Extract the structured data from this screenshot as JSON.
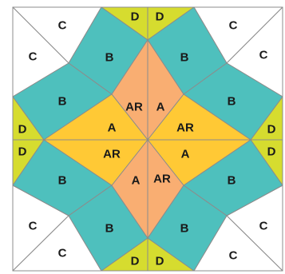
{
  "colors": {
    "background": "#ffffff",
    "corner_C": "#ffffff",
    "edge_D": "#d6dc2f",
    "kite_B": "#4ec0bd",
    "center_A": "#ffc935",
    "center_AR": "#f9ae72",
    "seam": "#8c8c8c"
  },
  "labels": {
    "c_tl_top": "C",
    "c_tl_left": "C",
    "c_tr_top": "C",
    "c_tr_right": "C",
    "c_bl_left": "C",
    "c_bl_bottom": "C",
    "c_br_right": "C",
    "c_br_bottom": "C",
    "d_top_left": "D",
    "d_top_right": "D",
    "d_left_top": "D",
    "d_left_bottom": "D",
    "d_right_top": "D",
    "d_right_bottom": "D",
    "d_bottom_left": "D",
    "d_bottom_right": "D",
    "b_top_left": "B",
    "b_top_right": "B",
    "b_left_top": "B",
    "b_right_top": "B",
    "b_left_bottom": "B",
    "b_right_bottom": "B",
    "b_bottom_left": "B",
    "b_bottom_right": "B",
    "center_top_left": "AR",
    "center_top_right": "A",
    "center_right_top": "AR",
    "center_right_bottom": "A",
    "center_bottom_right": "AR",
    "center_bottom_left": "A",
    "center_left_bottom": "AR",
    "center_left_top": "A"
  }
}
